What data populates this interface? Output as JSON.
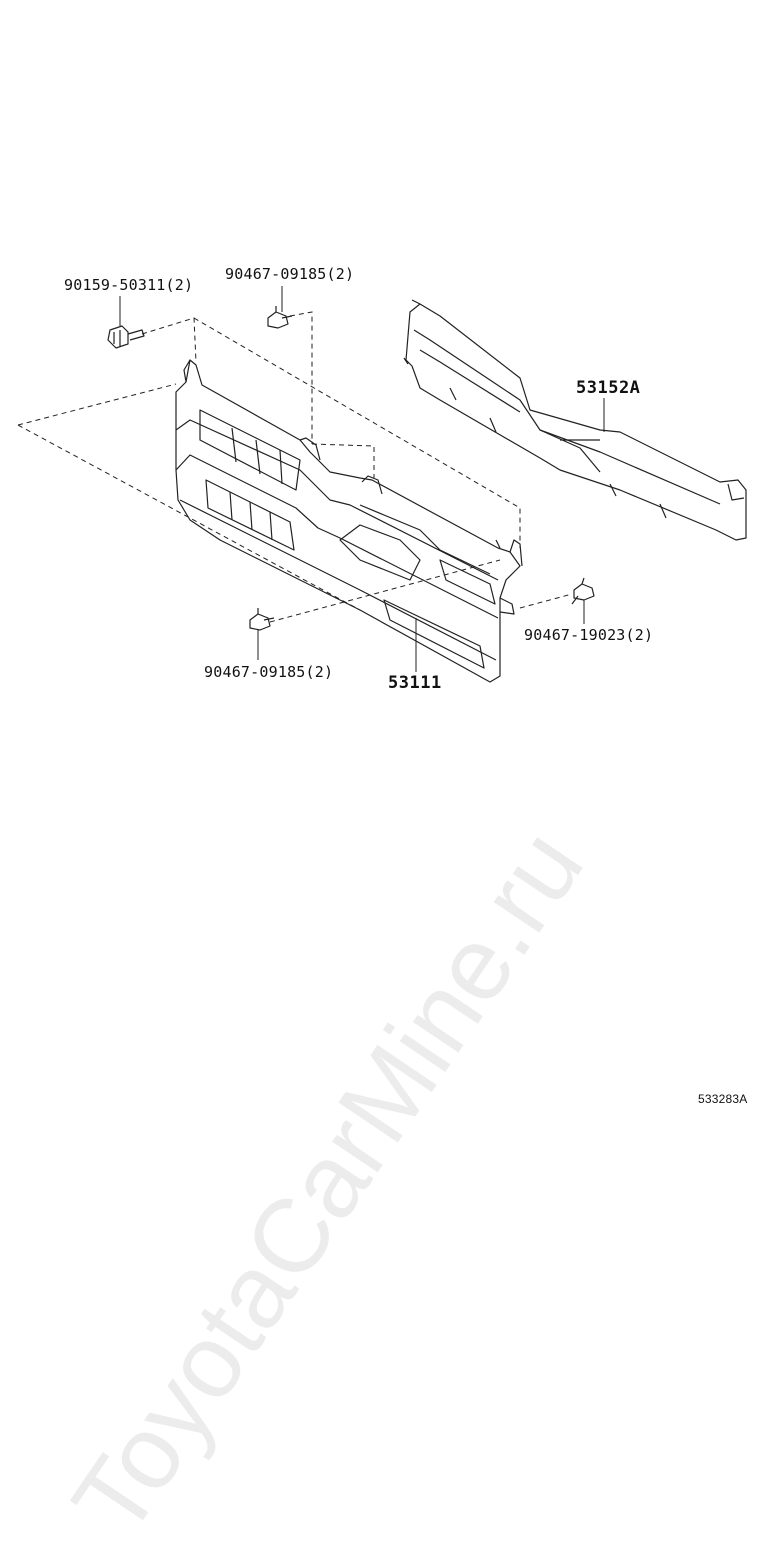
{
  "parts": [
    {
      "id": "p1",
      "number": "90159-50311",
      "qty": "(2)"
    },
    {
      "id": "p2",
      "number": "90467-09185",
      "qty": "(2)"
    },
    {
      "id": "p3",
      "number": "53152A",
      "qty": ""
    },
    {
      "id": "p4",
      "number": "90467-19023",
      "qty": "(2)"
    },
    {
      "id": "p5",
      "number": "90467-09185",
      "qty": "(2)"
    },
    {
      "id": "p6",
      "number": "53111",
      "qty": ""
    }
  ],
  "watermark": "ToyotaCarMine.ru",
  "diagram_code": "533283A",
  "colors": {
    "line": "#222222",
    "background": "#ffffff"
  }
}
